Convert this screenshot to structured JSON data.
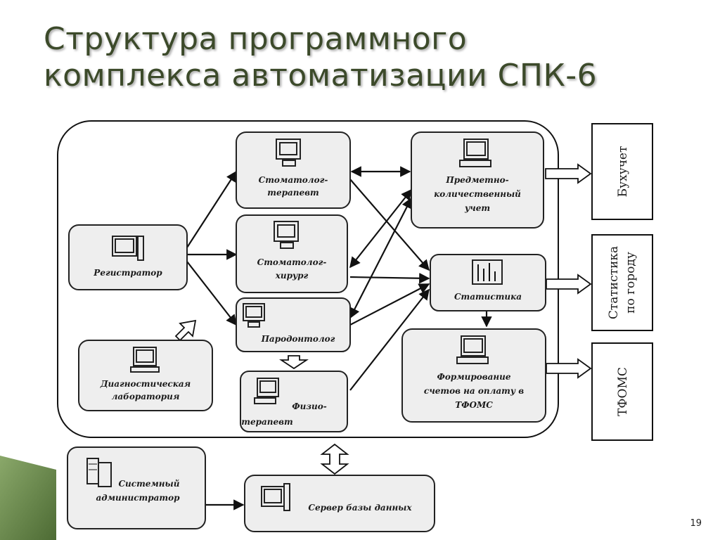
{
  "title": {
    "line1": "Структура программного",
    "line2": "комплекса  автоматизации СПК-6"
  },
  "nodes": {
    "stomatolog_terapevt": [
      "Стоматолог-",
      "терапевт"
    ],
    "stomatolog_hirurg": [
      "Стоматолог-",
      "хирург"
    ],
    "parodontolog": [
      "Пародонтолог"
    ],
    "fizioterapevt": [
      "Физио-",
      "терапевт"
    ],
    "registrator": [
      "Регистратор"
    ],
    "diagnosticheskaya_laboratoriya": [
      "Диагностическая",
      "лаборатория"
    ],
    "predmetno_kolichestvenny_uchet": [
      "Предметно-",
      "количественный",
      "учет"
    ],
    "statistika": [
      "Статистика"
    ],
    "formirovanie_schetov": [
      "Формирование",
      "счетов на оплату в",
      "ТФОМС"
    ],
    "sistemny_administrator": [
      "Системный",
      "администратор"
    ],
    "server_bazy_dannyh": [
      "Сервер базы данных"
    ]
  },
  "external": {
    "buhuchet": [
      "Бухучет"
    ],
    "statistika_po_gorodu": [
      "Статистика",
      "по городу"
    ],
    "tfoms": [
      "ТФОМС"
    ]
  },
  "page_number": "19"
}
